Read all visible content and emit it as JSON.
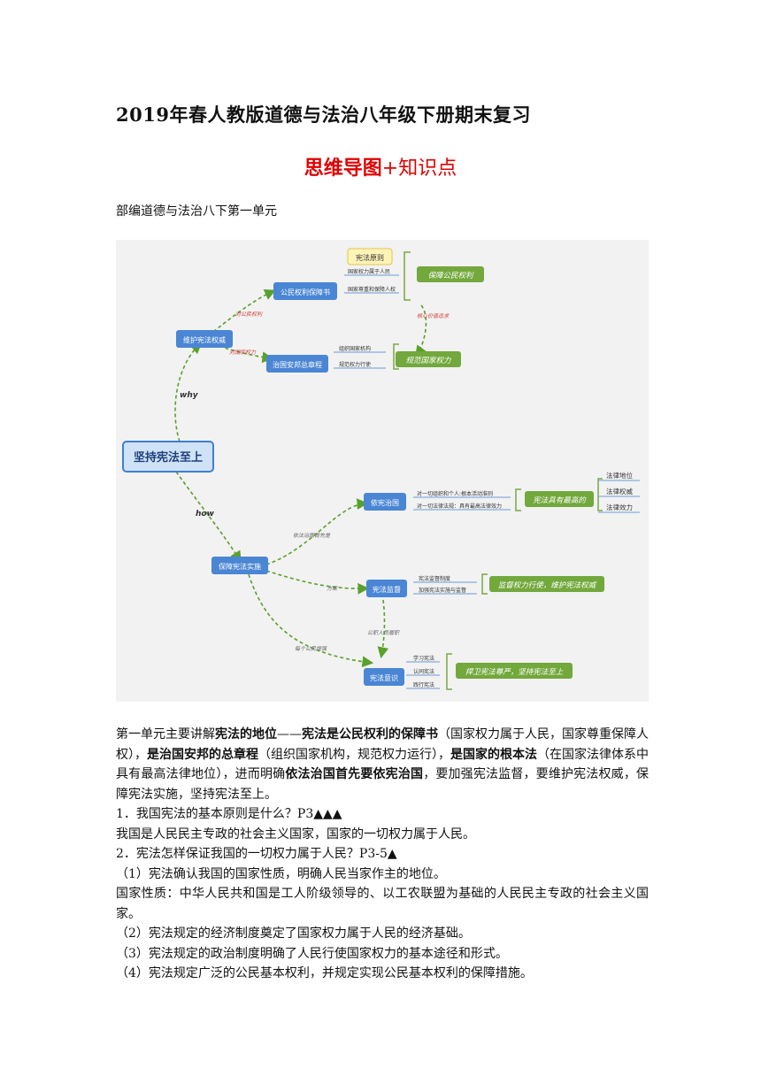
{
  "doc": {
    "title": "2019年春人教版道德与法治八年级下册期末复习",
    "subtitle_bold": "思维导图",
    "subtitle_rest": "+知识点",
    "unit_heading": "部编道德与法治八下第一单元"
  },
  "mindmap": {
    "root": "坚持宪法至上",
    "why": "why",
    "how": "how",
    "n_weihu": "维护宪法权威",
    "n_gongmin": "公民权利保障书",
    "n_zhiguo": "治国安邦总章程",
    "n_yixian": "依宪治国",
    "n_baozhang": "保障宪法实施",
    "n_jiandu": "宪法监督",
    "n_yishi": "宪法意识",
    "xianfa_yuanze": "宪法原则",
    "l_renmin": "国家权力属于人民",
    "l_renquan": "国家尊重和保障人权",
    "l_zuzhi": "组织国家机构",
    "l_guifan": "规范权力行使",
    "l_zuzhi_yiju": "对一切组织和个人:根本活动准则",
    "l_lifa": "对一切法律法规：具有最高法律效力",
    "l_jiandu_zhidu": "宪法监督制度",
    "l_jiaqiang": "加强宪法实施与监督",
    "l_xuexi": "学习宪法",
    "l_rentong": "认同宪法",
    "l_lvxing": "践行宪法",
    "r_diwei": "法律地位",
    "r_quanwei": "法律权威",
    "r_xiaoli": "法律效力",
    "g_baozhang": "保障公民权利",
    "g_guifan": "规范国家权力",
    "g_zuigao": "宪法具有最高的",
    "g_jiandu": "监督权力行使，维护宪法权威",
    "g_hanwei": "捍卫宪法尊严，坚持宪法至上",
    "e_duigongmin": "对公民权利",
    "e_duiguojia": "对国家权力",
    "e_hexin": "核心价值追求",
    "e_yixian_shouyao": "依法治国首先是",
    "e_fangan": "方案",
    "e_gongmin_zeren": "公职人员履职",
    "e_meige": "每个公民增强"
  },
  "body": {
    "p1_a": "第一单元主要讲解",
    "p1_b": "宪法的地位",
    "p1_c": "——",
    "p1_d": "宪法是公民权利的保障书",
    "p1_e": "（国家权力属于人民，国家尊重保障人权），",
    "p1_f": "是治国安邦的总章程",
    "p1_g": "（组织国家机构，规范权力运行），",
    "p1_h": "是国家的根本法",
    "p1_i": "（在国家法律体系中具有最高法律地位），进而明确",
    "p1_j": "依法治国首先要依宪治国",
    "p1_k": "，要加强宪法监督，要维护宪法权威，保障宪法实施，坚持宪法至上。",
    "q1": "1．我国宪法的基本原则是什么？P3▲▲▲",
    "a1": "我国是人民民主专政的社会主义国家，国家的一切权力属于人民。",
    "q2": "2．宪法怎样保证我国的一切权力属于人民？P3-5▲",
    "a2_1": "（1）宪法确认我国的国家性质，明确人民当家作主的地位。",
    "a2_2": "国家性质：中华人民共和国是工人阶级领导的、以工农联盟为基础的人民民主专政的社会主义国家。",
    "a2_3": "（2）宪法规定的经济制度奠定了国家权力属于人民的经济基础。",
    "a2_4": "（3）宪法规定的政治制度明确了人民行使国家权力的基本途径和形式。",
    "a2_5": "（4）宪法规定广泛的公民基本权利，并规定实现公民基本权利的保障措施。"
  }
}
